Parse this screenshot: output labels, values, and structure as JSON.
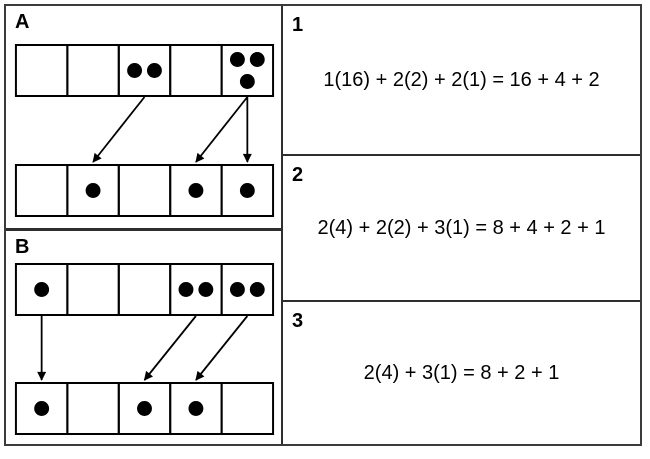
{
  "colors": {
    "frame_border": "#3b3b3b",
    "divider": "#2e2e2e",
    "box_border": "#000000",
    "dot": "#000000",
    "arrow": "#000000",
    "background": "#ffffff",
    "text": "#000000"
  },
  "panels": [
    {
      "label": "A",
      "top_row_dots": [
        0,
        0,
        2,
        0,
        3
      ],
      "bottom_row_dots": [
        0,
        1,
        0,
        1,
        1
      ],
      "arrows": [
        {
          "from_box": 3,
          "to_box": 2
        },
        {
          "from_box": 5,
          "to_box": 4
        },
        {
          "from_box": 5,
          "to_box": 5
        }
      ]
    },
    {
      "label": "B",
      "top_row_dots": [
        1,
        0,
        0,
        2,
        2
      ],
      "bottom_row_dots": [
        1,
        0,
        1,
        1,
        0
      ],
      "arrows": [
        {
          "from_box": 1,
          "to_box": 1
        },
        {
          "from_box": 4,
          "to_box": 3
        },
        {
          "from_box": 5,
          "to_box": 4
        }
      ]
    }
  ],
  "equations": [
    {
      "label": "1",
      "text": "1(16) + 2(2) + 2(1) = 16 + 4 + 2"
    },
    {
      "label": "2",
      "text": "2(4) + 2(2) + 3(1) = 8 + 4 + 2 + 1"
    },
    {
      "label": "3",
      "text": "2(4) + 3(1) = 8 + 2 + 1"
    }
  ]
}
